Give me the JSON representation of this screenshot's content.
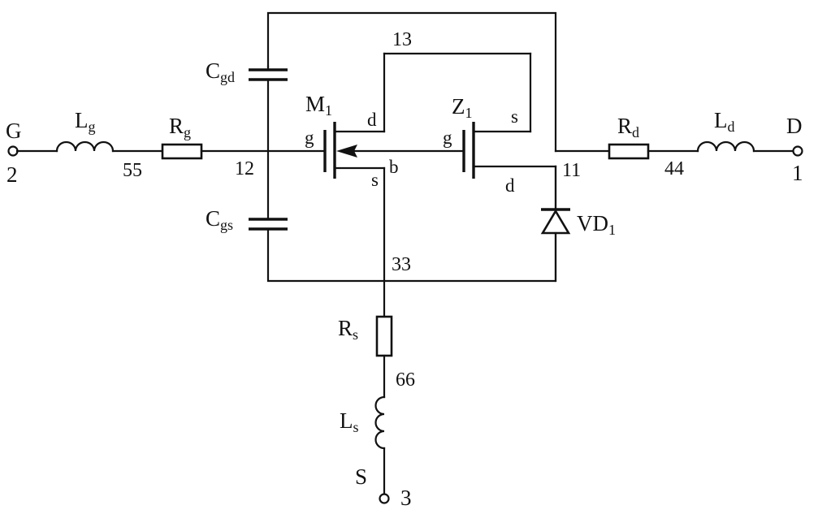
{
  "terminals": {
    "gate": {
      "name": "G",
      "node": "2"
    },
    "drain": {
      "name": "D",
      "node": "1"
    },
    "source": {
      "name": "S",
      "node": "3"
    }
  },
  "nodes": {
    "n55": "55",
    "n12": "12",
    "n13": "13",
    "n11": "11",
    "n44": "44",
    "n33": "33",
    "n66": "66"
  },
  "components": {
    "Lg": {
      "main": "L",
      "sub": "g"
    },
    "Rg": {
      "main": "R",
      "sub": "g"
    },
    "Cgd": {
      "main": "C",
      "sub": "gd"
    },
    "Cgs": {
      "main": "C",
      "sub": "gs"
    },
    "M1": {
      "main": "M",
      "sub": "1"
    },
    "Z1": {
      "main": "Z",
      "sub": "1"
    },
    "Rd": {
      "main": "R",
      "sub": "d"
    },
    "Ld": {
      "main": "L",
      "sub": "d"
    },
    "VD1": {
      "main": "VD",
      "sub": "1"
    },
    "Rs": {
      "main": "R",
      "sub": "s"
    },
    "Ls": {
      "main": "L",
      "sub": "s"
    }
  },
  "pins": {
    "m1_g": "g",
    "m1_d": "d",
    "m1_s": "s",
    "m1_b": "b",
    "z1_g": "g",
    "z1_s": "s",
    "z1_d": "d"
  }
}
